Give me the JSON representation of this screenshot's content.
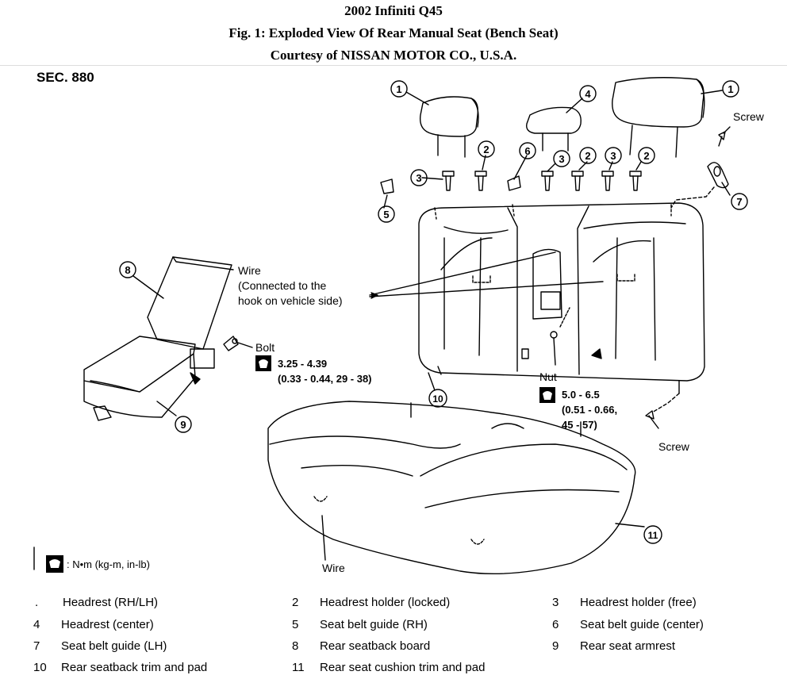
{
  "header": {
    "line1": "2002 Infiniti Q45",
    "line2": "Fig. 1: Exploded View Of Rear Manual Seat (Bench Seat)",
    "line3": "Courtesy of NISSAN MOTOR CO., U.S.A."
  },
  "section": "SEC. 880",
  "callouts": [
    "1",
    "1",
    "2",
    "2",
    "2",
    "3",
    "3",
    "3",
    "4",
    "5",
    "6",
    "7",
    "8",
    "9",
    "10",
    "11"
  ],
  "labels": {
    "screw_top": "Screw",
    "screw_bottom": "Screw",
    "wire_l1": "Wire",
    "wire_l2": "(Connected to the",
    "wire_l3": "hook on vehicle side)",
    "bolt": "Bolt",
    "nut": "Nut",
    "wire_bottom": "Wire"
  },
  "torque": {
    "bolt_l1": "3.25 - 4.39",
    "bolt_l2": "(0.33 - 0.44, 29 - 38)",
    "nut_l1": "5.0 - 6.5",
    "nut_l2": "(0.51 - 0.66,",
    "nut_l3": "45 - 57)"
  },
  "units_note": ": N•m (kg-m, in-lb)",
  "legend": [
    {
      "num": ".",
      "text": "Headrest (RH/LH)"
    },
    {
      "num": "2",
      "text": "Headrest holder (locked)"
    },
    {
      "num": "3",
      "text": "Headrest holder (free)"
    },
    {
      "num": "4",
      "text": "Headrest (center)"
    },
    {
      "num": "5",
      "text": "Seat belt guide (RH)"
    },
    {
      "num": "6",
      "text": "Seat belt guide (center)"
    },
    {
      "num": "7",
      "text": "Seat belt guide (LH)"
    },
    {
      "num": "8",
      "text": "Rear seatback board"
    },
    {
      "num": "9",
      "text": "Rear seat armrest"
    },
    {
      "num": "10",
      "text": "Rear seatback trim and pad"
    },
    {
      "num": "11",
      "text": "Rear seat cushion trim and pad"
    }
  ]
}
